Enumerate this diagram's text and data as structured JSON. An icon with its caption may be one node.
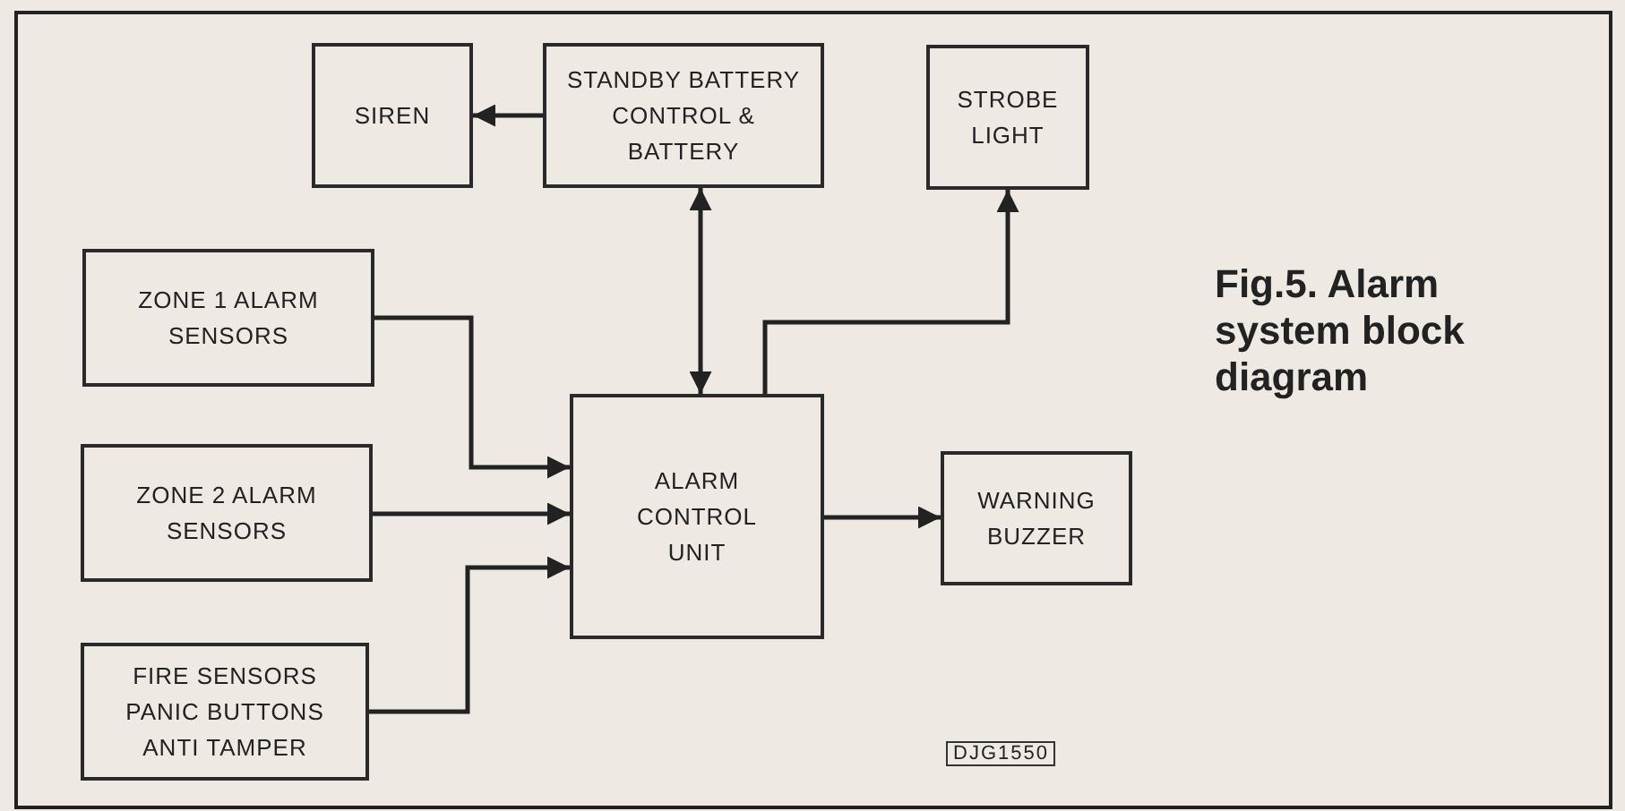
{
  "diagram": {
    "caption": "Fig.5. Alarm system block diagram",
    "nodes": [
      {
        "text": [
          "SIREN"
        ]
      },
      {
        "text": [
          "STANDBY BATTERY CONTROL & BATTERY"
        ]
      },
      {
        "text": [
          "STROBE LIGHT"
        ]
      },
      {
        "text": [
          "ZONE 1 ALARM SENSORS"
        ]
      },
      {
        "text": [
          "ZONE 2 ALARM SENSORS"
        ]
      },
      {
        "text": [
          "ALARM CONTROL UNIT"
        ]
      },
      {
        "text": [
          "WARNING BUZZER"
        ]
      },
      {
        "text": [
          "FIRE SENSORS PANIC BUTTONS ANTI TAMPER"
        ]
      }
    ],
    "edges": [
      {
        "from": 1,
        "to": 0,
        "arrow": "to"
      },
      {
        "from": 1,
        "to": 5,
        "arrow": "both"
      },
      {
        "from": 3,
        "to": 5,
        "arrow": "to"
      },
      {
        "from": 4,
        "to": 5,
        "arrow": "to"
      },
      {
        "from": 7,
        "to": 5,
        "arrow": "to"
      },
      {
        "from": 5,
        "to": 2,
        "arrow": "to"
      },
      {
        "from": 5,
        "to": 6,
        "arrow": "to"
      }
    ],
    "labels": [
      "DJG1550"
    ]
  }
}
